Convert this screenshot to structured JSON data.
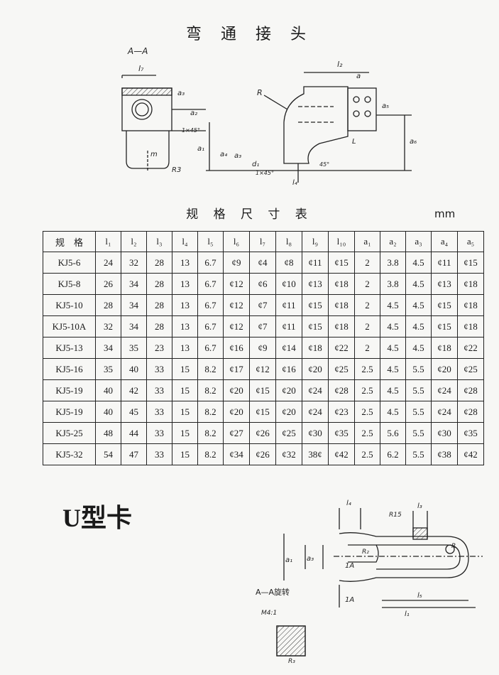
{
  "document": {
    "title": "弯 通 接 头",
    "section2_title": "U型卡"
  },
  "drawing1": {
    "section_label": "A—A",
    "labels": {
      "l7": "l₇",
      "a3": "a₃",
      "a2": "a₂",
      "chamfer_left": "1×45°",
      "m": "m",
      "r3": "R3",
      "l2": "l₂",
      "a_top": "a",
      "R": "R",
      "a5": "a₅",
      "L": "L",
      "a6": "a₆",
      "a1": "a₁",
      "a4": "a₄",
      "a3b": "a₃",
      "d1": "d₁",
      "chamfer_bottom": "1×45°",
      "angle45": "45°",
      "l4": "l₄"
    }
  },
  "table": {
    "title": "规 格 尺 寸 表",
    "unit": "mm",
    "headers": [
      "规　格",
      "l₁",
      "l₂",
      "l₃",
      "l₄",
      "l₅",
      "l₆",
      "l₇",
      "l₈",
      "l₉",
      "l₁₀",
      "a₁",
      "a₂",
      "a₃",
      "a₄",
      "a₅"
    ],
    "rows": [
      [
        "KJ5-6",
        "24",
        "32",
        "28",
        "13",
        "6.7",
        "¢9",
        "¢4",
        "¢8",
        "¢11",
        "¢15",
        "2",
        "3.8",
        "4.5",
        "¢11",
        "¢15"
      ],
      [
        "KJ5-8",
        "26",
        "34",
        "28",
        "13",
        "6.7",
        "¢12",
        "¢6",
        "¢10",
        "¢13",
        "¢18",
        "2",
        "3.8",
        "4.5",
        "¢13",
        "¢18"
      ],
      [
        "KJ5-10",
        "28",
        "34",
        "28",
        "13",
        "6.7",
        "¢12",
        "¢7",
        "¢11",
        "¢15",
        "¢18",
        "2",
        "4.5",
        "4.5",
        "¢15",
        "¢18"
      ],
      [
        "KJ5-10A",
        "32",
        "34",
        "28",
        "13",
        "6.7",
        "¢12",
        "¢7",
        "¢11",
        "¢15",
        "¢18",
        "2",
        "4.5",
        "4.5",
        "¢15",
        "¢18"
      ],
      [
        "KJ5-13",
        "34",
        "35",
        "23",
        "13",
        "6.7",
        "¢16",
        "¢9",
        "¢14",
        "¢18",
        "¢22",
        "2",
        "4.5",
        "4.5",
        "¢18",
        "¢22"
      ],
      [
        "KJ5-16",
        "35",
        "40",
        "33",
        "15",
        "8.2",
        "¢17",
        "¢12",
        "¢16",
        "¢20",
        "¢25",
        "2.5",
        "4.5",
        "5.5",
        "¢20",
        "¢25"
      ],
      [
        "KJ5-19",
        "40",
        "42",
        "33",
        "15",
        "8.2",
        "¢20",
        "¢15",
        "¢20",
        "¢24",
        "¢28",
        "2.5",
        "4.5",
        "5.5",
        "¢24",
        "¢28"
      ],
      [
        "KJ5-19",
        "40",
        "45",
        "33",
        "15",
        "8.2",
        "¢20",
        "¢15",
        "¢20",
        "¢24",
        "¢23",
        "2.5",
        "4.5",
        "5.5",
        "¢24",
        "¢28"
      ],
      [
        "KJ5-25",
        "48",
        "44",
        "33",
        "15",
        "8.2",
        "¢27",
        "¢26",
        "¢25",
        "¢30",
        "¢35",
        "2.5",
        "5.6",
        "5.5",
        "¢30",
        "¢35"
      ],
      [
        "KJ5-32",
        "54",
        "47",
        "33",
        "15",
        "8.2",
        "¢34",
        "¢26",
        "¢32",
        "38¢",
        "¢42",
        "2.5",
        "6.2",
        "5.5",
        "¢38",
        "¢42"
      ]
    ]
  },
  "drawing2": {
    "labels": {
      "l4": "l₄",
      "r15": "R15",
      "l3": "l₃",
      "r2": "R₂",
      "a1": "a₁",
      "a3": "a₃",
      "section_1a_top": "1A",
      "section_1a_bottom": "1A",
      "l5": "l₅",
      "l1": "l₁",
      "r": "R",
      "rotated_section": "A—A旋转",
      "scale": "M4:1",
      "r3": "R₃"
    }
  }
}
